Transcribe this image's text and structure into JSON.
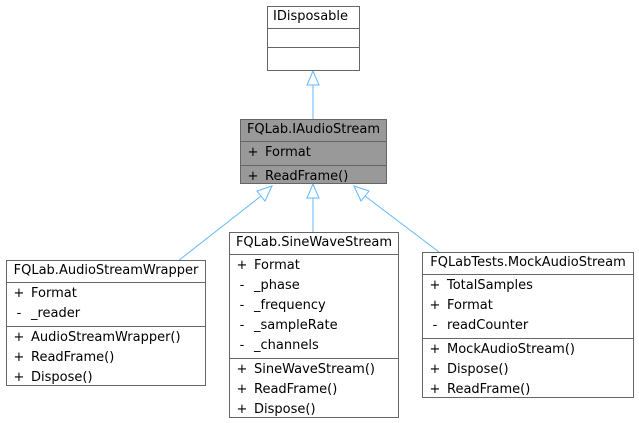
{
  "colors": {
    "edge": "#63b8ff",
    "border": "#666666",
    "focus_fill": "#999999",
    "box_fill": "#ffffff"
  },
  "nodes": {
    "idisposable": {
      "title": "IDisposable",
      "attributes": [],
      "methods": []
    },
    "iaudiostream": {
      "title": "FQLab.IAudioStream",
      "attributes": [
        {
          "vis": "+",
          "name": "Format"
        }
      ],
      "methods": [
        {
          "vis": "+",
          "name": "ReadFrame()"
        }
      ]
    },
    "wrapper": {
      "title": "FQLab.AudioStreamWrapper",
      "attributes": [
        {
          "vis": "+",
          "name": "Format"
        },
        {
          "vis": "-",
          "name": "_reader"
        }
      ],
      "methods": [
        {
          "vis": "+",
          "name": "AudioStreamWrapper()"
        },
        {
          "vis": "+",
          "name": "ReadFrame()"
        },
        {
          "vis": "+",
          "name": "Dispose()"
        }
      ]
    },
    "sine": {
      "title": "FQLab.SineWaveStream",
      "attributes": [
        {
          "vis": "+",
          "name": "Format"
        },
        {
          "vis": "-",
          "name": "_phase"
        },
        {
          "vis": "-",
          "name": "_frequency"
        },
        {
          "vis": "-",
          "name": "_sampleRate"
        },
        {
          "vis": "-",
          "name": "_channels"
        }
      ],
      "methods": [
        {
          "vis": "+",
          "name": "SineWaveStream()"
        },
        {
          "vis": "+",
          "name": "ReadFrame()"
        },
        {
          "vis": "+",
          "name": "Dispose()"
        }
      ]
    },
    "mock": {
      "title": "FQLabTests.MockAudioStream",
      "attributes": [
        {
          "vis": "+",
          "name": "TotalSamples"
        },
        {
          "vis": "+",
          "name": "Format"
        },
        {
          "vis": "-",
          "name": "readCounter"
        }
      ],
      "methods": [
        {
          "vis": "+",
          "name": "MockAudioStream()"
        },
        {
          "vis": "+",
          "name": "Dispose()"
        },
        {
          "vis": "+",
          "name": "ReadFrame()"
        }
      ]
    }
  }
}
